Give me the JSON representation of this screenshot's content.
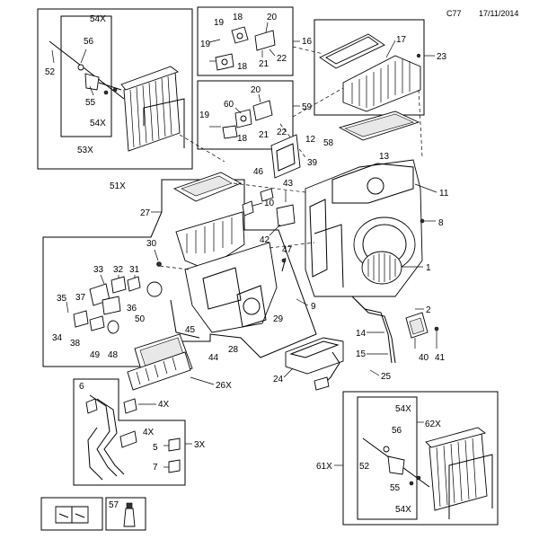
{
  "header": {
    "code": "C77",
    "date": "17/11/2014"
  },
  "labels": {
    "l54x_a": "54X",
    "l56_a": "56",
    "l52_a": "52",
    "l55_a": "55",
    "l54x_b": "54X",
    "l53x": "53X",
    "l51x": "51X",
    "l19_a": "19",
    "l18_a": "18",
    "l20_a": "20",
    "l19_b": "19",
    "l18_b": "18",
    "l21_a": "21",
    "l22_a": "22",
    "l16": "16",
    "l17": "17",
    "l23": "23",
    "l20_b": "20",
    "l60": "60",
    "l19_c": "19",
    "l18_c": "18",
    "l21_b": "21",
    "l22_b": "22",
    "l59": "59",
    "l12": "12",
    "l58": "58",
    "l13": "13",
    "l39": "39",
    "l46": "46",
    "l11": "11",
    "l43": "43",
    "l27": "27",
    "l10": "10",
    "l8": "8",
    "l42": "42",
    "l30": "30",
    "l47": "47",
    "l1": "1",
    "l33": "33",
    "l32": "32",
    "l31": "31",
    "l35": "35",
    "l37": "37",
    "l36": "36",
    "l29": "29",
    "l9": "9",
    "l2": "2",
    "l34": "34",
    "l38": "38",
    "l50": "50",
    "l45": "45",
    "l28": "28",
    "l14": "14",
    "l49": "49",
    "l48": "48",
    "l44": "44",
    "l40": "40",
    "l41": "41",
    "l15": "15",
    "l24": "24",
    "l25": "25",
    "l26x": "26X",
    "l6": "6",
    "l4x_a": "4X",
    "l4x_b": "4X",
    "l5": "5",
    "l3x": "3X",
    "l7": "7",
    "l54x_c": "54X",
    "l62x": "62X",
    "l56_b": "56",
    "l61x": "61X",
    "l52_b": "52",
    "l55_b": "55",
    "l54x_d": "54X",
    "l57": "57"
  }
}
